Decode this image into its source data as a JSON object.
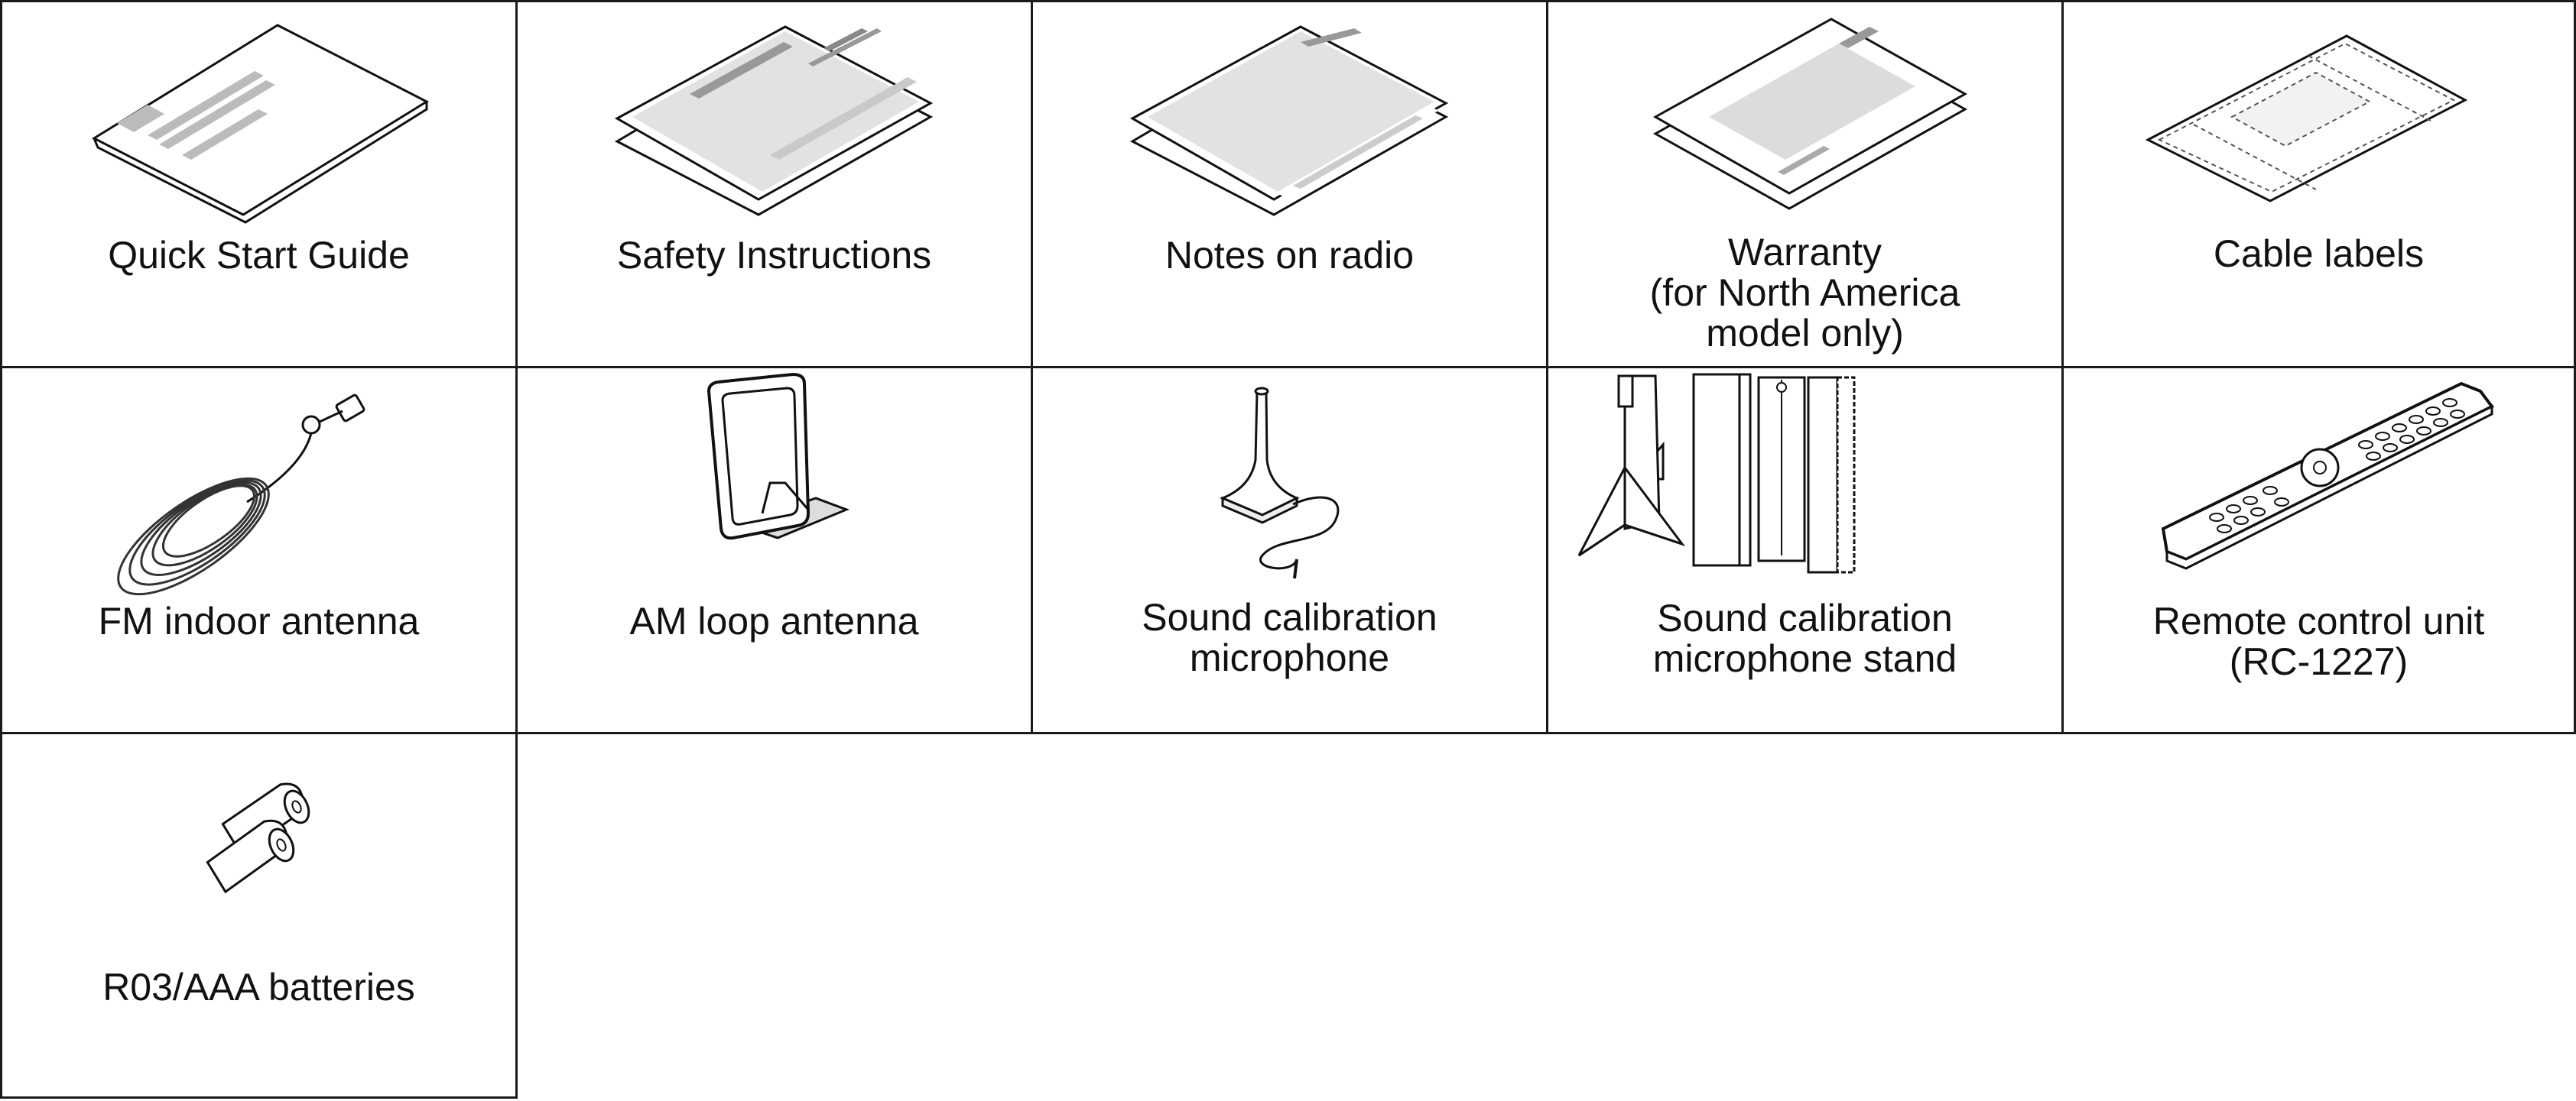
{
  "items": [
    {
      "label": "Quick Start Guide"
    },
    {
      "label": "Safety Instructions"
    },
    {
      "label": "Notes on radio"
    },
    {
      "label": "Warranty\n(for North America\nmodel only)"
    },
    {
      "label": "Cable labels"
    },
    {
      "label": "FM indoor antenna"
    },
    {
      "label": "AM loop antenna"
    },
    {
      "label": "Sound calibration\nmicrophone"
    },
    {
      "label": "Sound calibration\nmicrophone stand"
    },
    {
      "label": "Remote control unit\n(RC-1227)"
    },
    {
      "label": "R03/AAA batteries"
    }
  ]
}
